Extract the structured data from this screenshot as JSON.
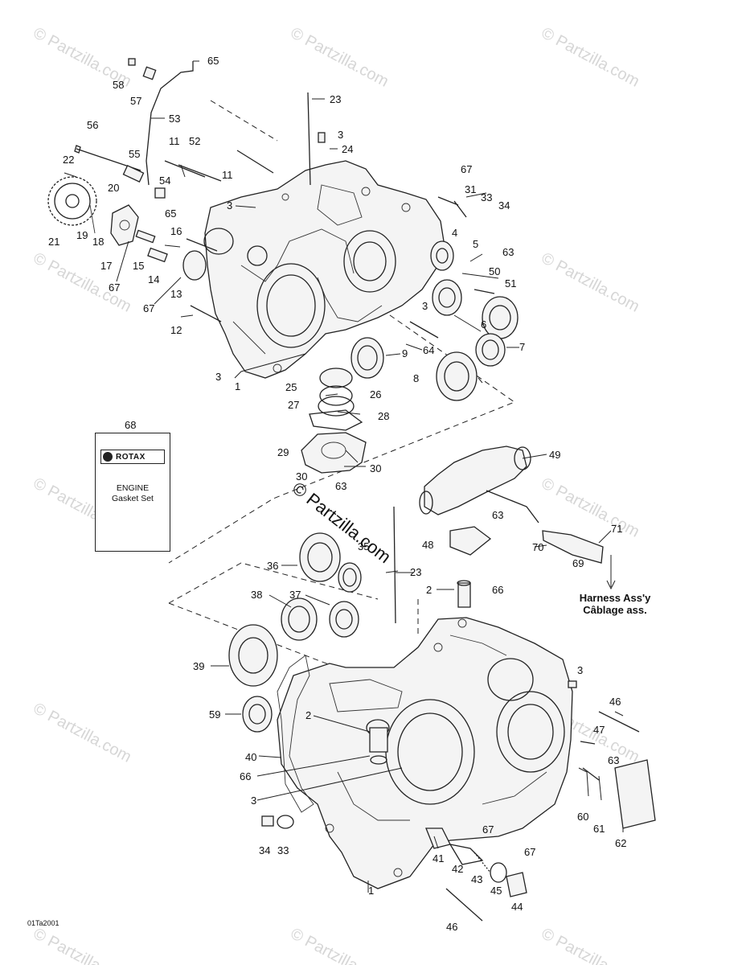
{
  "watermark": "© Partzilla.com",
  "center_watermark": "© Partzilla.com",
  "kit": {
    "number": "68",
    "brand": "ROTAX",
    "line1": "ENGINE",
    "line2": "Gasket Set"
  },
  "harness": {
    "line1": "Harness Ass'y",
    "line2": "Câblage ass."
  },
  "diagram_code": "01Ta2001",
  "labels": {
    "l65a": "65",
    "l58": "58",
    "l57": "57",
    "l23a": "23",
    "l53": "53",
    "l56": "56",
    "l3a": "3",
    "l24": "24",
    "l11a": "11",
    "l52": "52",
    "l55": "55",
    "l22": "22",
    "l11b": "11",
    "l20": "20",
    "l54": "54",
    "l3b": "3",
    "l65b": "65",
    "l67a": "67",
    "l31": "31",
    "l33a": "33",
    "l34a": "34",
    "l16": "16",
    "l21": "21",
    "l19": "19",
    "l18": "18",
    "l4": "4",
    "l5": "5",
    "l63a": "63",
    "l17": "17",
    "l15": "15",
    "l50": "50",
    "l14": "14",
    "l67b": "67",
    "l51": "51",
    "l13": "13",
    "l67c": "67",
    "l3c": "3",
    "l12": "12",
    "l6": "6",
    "l64": "64",
    "l7": "7",
    "l9": "9",
    "l3d": "3",
    "l1a": "1",
    "l8": "8",
    "l25": "25",
    "l26": "26",
    "l27": "27",
    "l28": "28",
    "l29": "29",
    "l49": "49",
    "l30a": "30",
    "l30b": "30",
    "l63b": "63",
    "l63c": "63",
    "l71": "71",
    "l35": "35",
    "l48": "48",
    "l70": "70",
    "l36": "36",
    "l23b": "23",
    "l69": "69",
    "l2a": "2",
    "l66a": "66",
    "l38": "38",
    "l37": "37",
    "l3e": "3",
    "l39": "39",
    "l46a": "46",
    "l59": "59",
    "l2b": "2",
    "l47": "47",
    "l40": "40",
    "l63d": "63",
    "l66b": "66",
    "l3f": "3",
    "l60": "60",
    "l61": "61",
    "l62": "62",
    "l34b": "34",
    "l33b": "33",
    "l67d": "67",
    "l41": "41",
    "l42": "42",
    "l67e": "67",
    "l43": "43",
    "l45": "45",
    "l44": "44",
    "l1b": "1",
    "l46b": "46"
  }
}
